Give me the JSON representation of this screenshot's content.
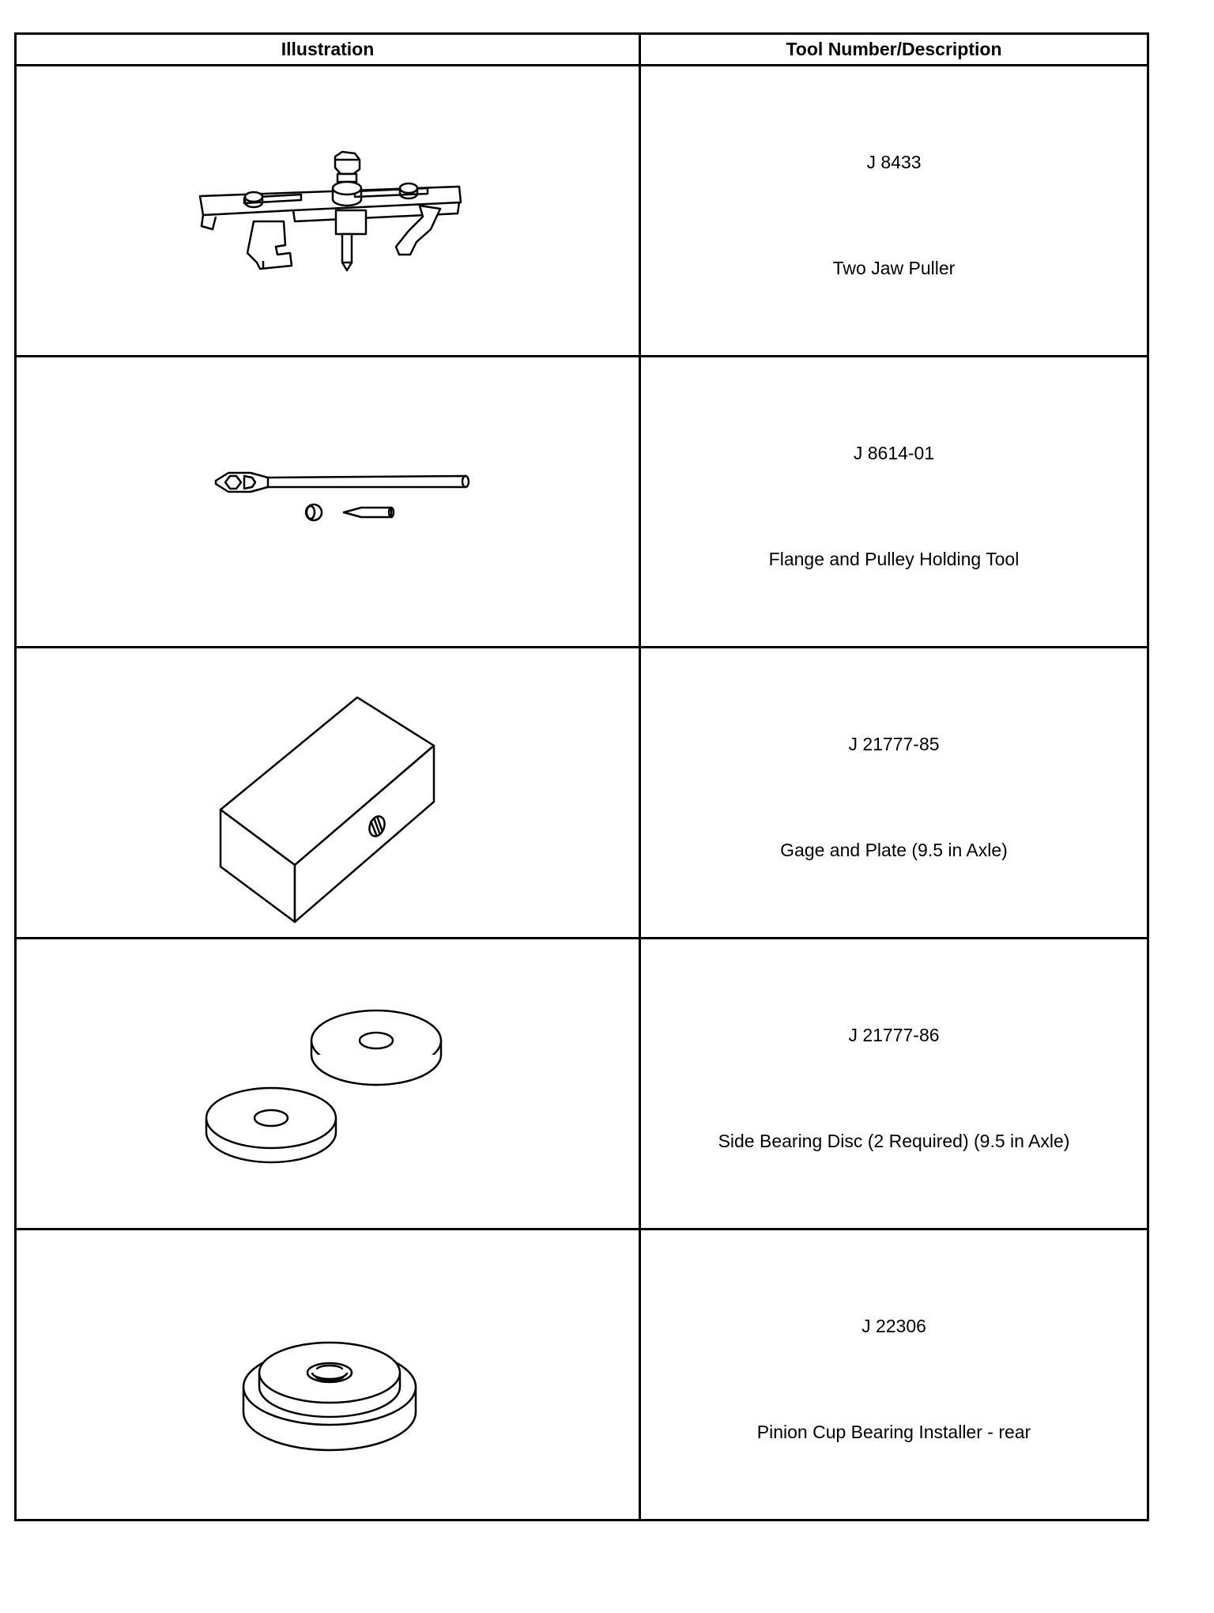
{
  "table": {
    "headers": {
      "illustration": "Illustration",
      "tool": "Tool Number/Description"
    },
    "rows": [
      {
        "number": "J 8433",
        "description": "Two Jaw Puller",
        "icon": "two-jaw-puller-icon"
      },
      {
        "number": "J 8614-01",
        "description": "Flange and Pulley Holding Tool",
        "icon": "holding-tool-icon"
      },
      {
        "number": "J 21777-85",
        "description": "Gage and Plate (9.5 in Axle)",
        "icon": "gage-block-icon"
      },
      {
        "number": "J 21777-86",
        "description": "Side Bearing Disc (2 Required) (9.5 in Axle)",
        "icon": "bearing-disc-icon"
      },
      {
        "number": "J 22306",
        "description": "Pinion Cup Bearing Installer - rear",
        "icon": "cup-installer-icon"
      }
    ]
  }
}
